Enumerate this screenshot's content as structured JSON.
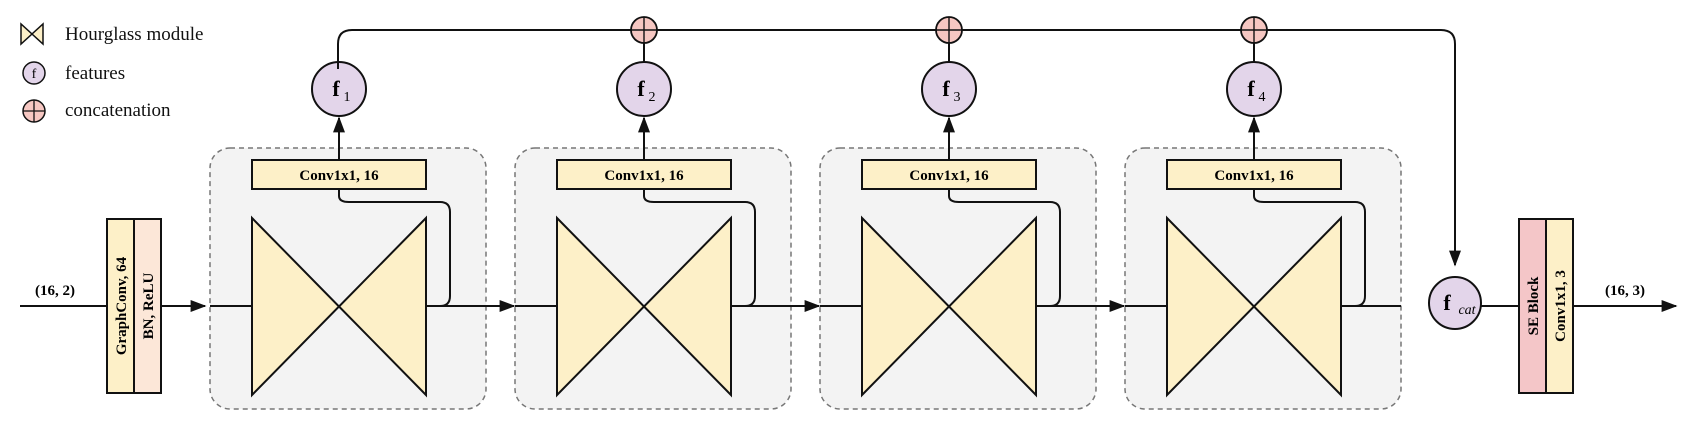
{
  "legend": {
    "hourglass_label": "Hourglass module",
    "features_symbol": "f",
    "features_label": "features",
    "concat_label": "concatenation"
  },
  "input": {
    "shape_label": "(16, 2)",
    "graphconv_label": "GraphConv, 64",
    "bn_label": "BN, ReLU"
  },
  "modules": [
    {
      "conv_label": "Conv1x1, 16",
      "feature_main": "f",
      "feature_sub": "1"
    },
    {
      "conv_label": "Conv1x1, 16",
      "feature_main": "f",
      "feature_sub": "2"
    },
    {
      "conv_label": "Conv1x1, 16",
      "feature_main": "f",
      "feature_sub": "3"
    },
    {
      "conv_label": "Conv1x1, 16",
      "feature_main": "f",
      "feature_sub": "4"
    }
  ],
  "concat": {
    "feature_main": "f",
    "feature_sub": "cat"
  },
  "output": {
    "se_label": "SE Block",
    "conv_label": "Conv1x1, 3",
    "shape_label": "(16, 3)"
  },
  "colors": {
    "hourglass_fill": "#fdf0c8",
    "module_bg": "#f3f3f3",
    "feature_fill": "#e3d5ea",
    "concat_fill": "#f6c7c2",
    "se_fill": "#f4c6c8",
    "bn_fill": "#fce7d8",
    "stroke": "#111111"
  }
}
